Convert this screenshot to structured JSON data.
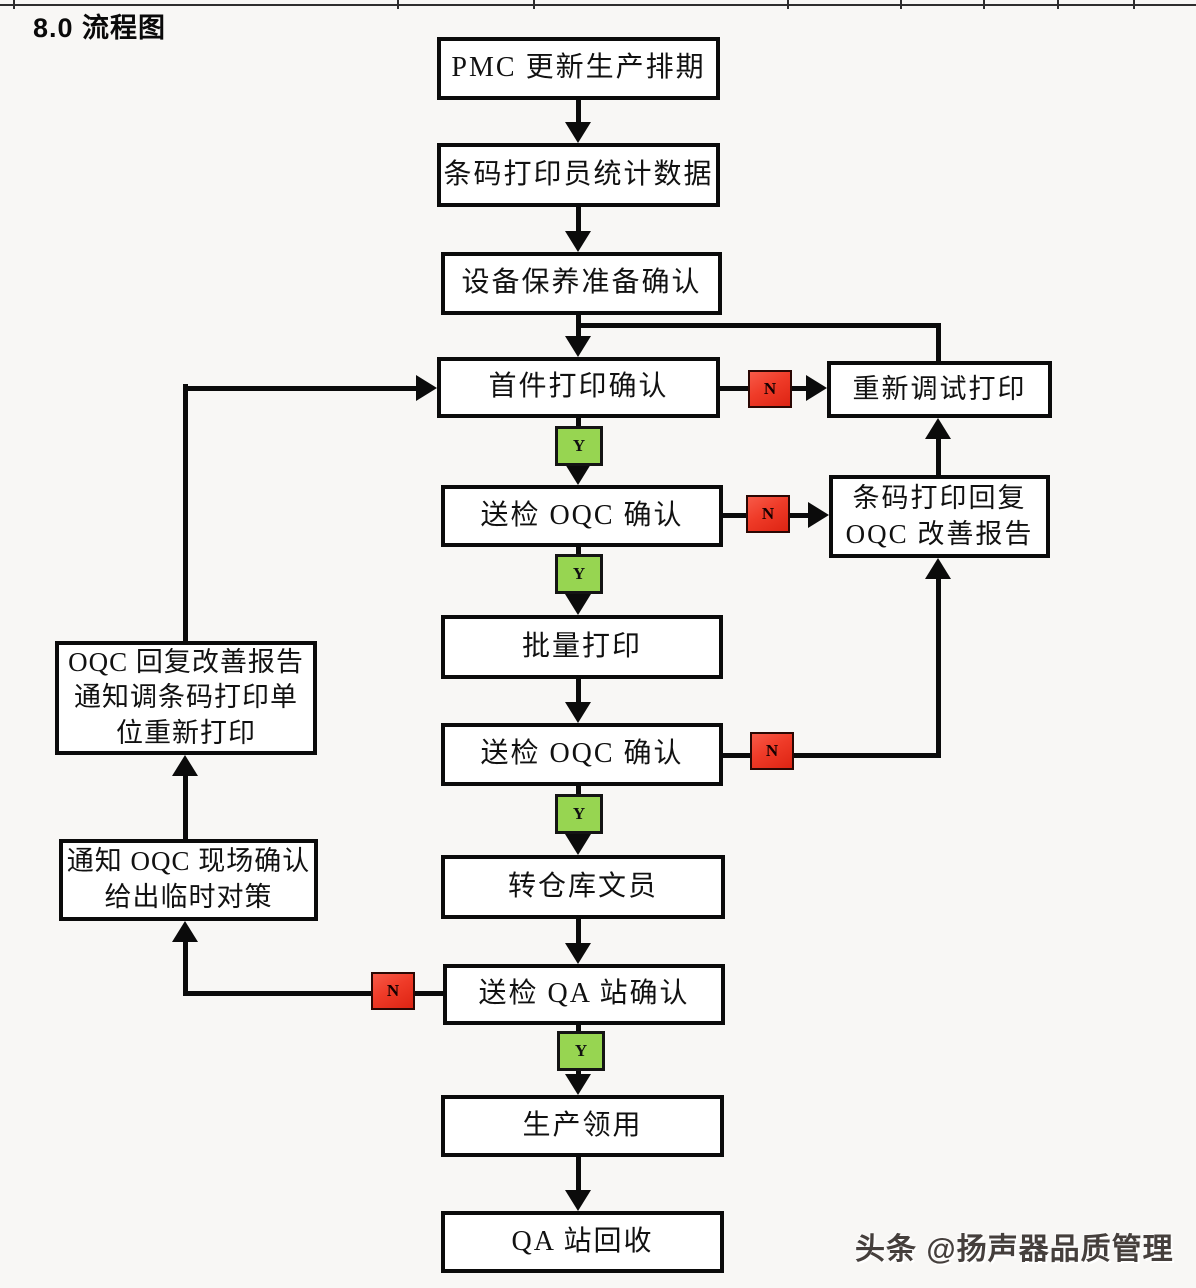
{
  "page": {
    "title": "8.0 流程图",
    "watermark": "头条 @扬声器品质管理"
  },
  "labels": {
    "yes": "Y",
    "no": "N"
  },
  "colors": {
    "yes_fill": "#97d551",
    "no_fill": "#ef3b28",
    "line": "#0b0b0b",
    "node_bg": "#ffffff",
    "page_bg": "#f8f7f5"
  },
  "nodes": {
    "pmc_update": {
      "label": "PMC 更新生产排期"
    },
    "barcode_stats": {
      "label": "条码打印员统计数据"
    },
    "equipment_prep": {
      "label": "设备保养准备确认"
    },
    "first_print_confirm": {
      "label": "首件打印确认"
    },
    "oqc_check_1": {
      "label": "送检 OQC 确认"
    },
    "batch_print": {
      "label": "批量打印"
    },
    "oqc_check_2": {
      "label": "送检 OQC 确认"
    },
    "warehouse_clerk": {
      "label": "转仓库文员"
    },
    "qa_station_check": {
      "label": "送检 QA 站确认"
    },
    "production_use": {
      "label": "生产领用"
    },
    "qa_station_recycle": {
      "label": "QA 站回收"
    },
    "redebug_print": {
      "label": "重新调试打印"
    },
    "barcode_reply_report": {
      "label": "条码打印回复\nOQC 改善报告"
    },
    "oqc_reply_report": {
      "label": "OQC 回复改善报告\n通知调条码打印单\n位重新打印"
    },
    "notify_oqc_onsite": {
      "label": "通知 OQC 现场确认\n给出临时对策"
    }
  },
  "flow": [
    {
      "from": "pmc_update",
      "to": "barcode_stats",
      "condition": ""
    },
    {
      "from": "barcode_stats",
      "to": "equipment_prep",
      "condition": ""
    },
    {
      "from": "equipment_prep",
      "to": "first_print_confirm",
      "condition": ""
    },
    {
      "from": "first_print_confirm",
      "to": "redebug_print",
      "condition": "N"
    },
    {
      "from": "redebug_print",
      "to": "first_print_confirm",
      "condition": ""
    },
    {
      "from": "first_print_confirm",
      "to": "oqc_check_1",
      "condition": "Y"
    },
    {
      "from": "oqc_check_1",
      "to": "barcode_reply_report",
      "condition": "N"
    },
    {
      "from": "barcode_reply_report",
      "to": "redebug_print",
      "condition": ""
    },
    {
      "from": "oqc_check_1",
      "to": "batch_print",
      "condition": "Y"
    },
    {
      "from": "batch_print",
      "to": "oqc_check_2",
      "condition": ""
    },
    {
      "from": "oqc_check_2",
      "to": "barcode_reply_report",
      "condition": "N"
    },
    {
      "from": "oqc_check_2",
      "to": "warehouse_clerk",
      "condition": "Y"
    },
    {
      "from": "warehouse_clerk",
      "to": "qa_station_check",
      "condition": ""
    },
    {
      "from": "qa_station_check",
      "to": "notify_oqc_onsite",
      "condition": "N"
    },
    {
      "from": "notify_oqc_onsite",
      "to": "oqc_reply_report",
      "condition": ""
    },
    {
      "from": "oqc_reply_report",
      "to": "first_print_confirm",
      "condition": ""
    },
    {
      "from": "qa_station_check",
      "to": "production_use",
      "condition": "Y"
    },
    {
      "from": "production_use",
      "to": "qa_station_recycle",
      "condition": ""
    }
  ]
}
